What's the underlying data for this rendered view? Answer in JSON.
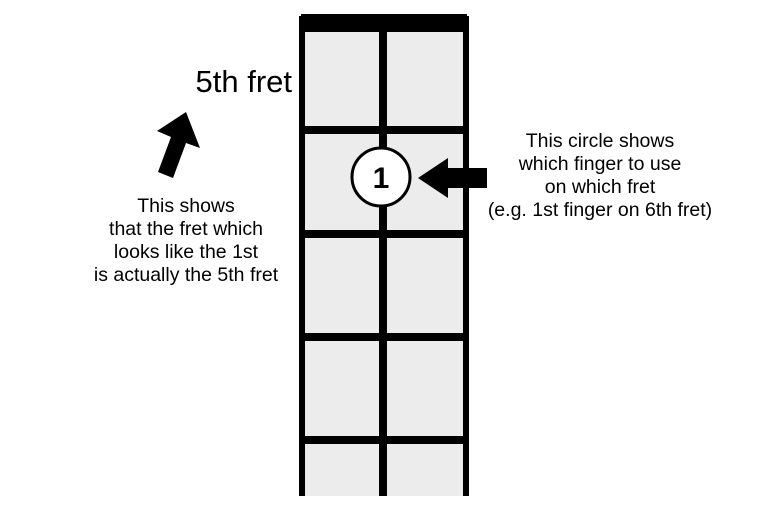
{
  "fret_position_label": "5th fret",
  "left_note": {
    "lines": [
      "This shows",
      "that the fret which",
      "looks like the 1st",
      "is actually the 5th fret"
    ]
  },
  "right_note": {
    "lines": [
      "This circle shows",
      "which finger to use",
      "on which fret",
      "(e.g. 1st finger on 6th fret)"
    ]
  },
  "finger_marker": {
    "label": "1"
  },
  "colors": {
    "fretboard_fill": "#ececec",
    "lines": "#000000",
    "marker_fill": "#ffffff",
    "background": "#ffffff"
  },
  "icons": {
    "left_arrow": "arrow-up-right-icon",
    "right_arrow": "arrow-left-icon"
  }
}
